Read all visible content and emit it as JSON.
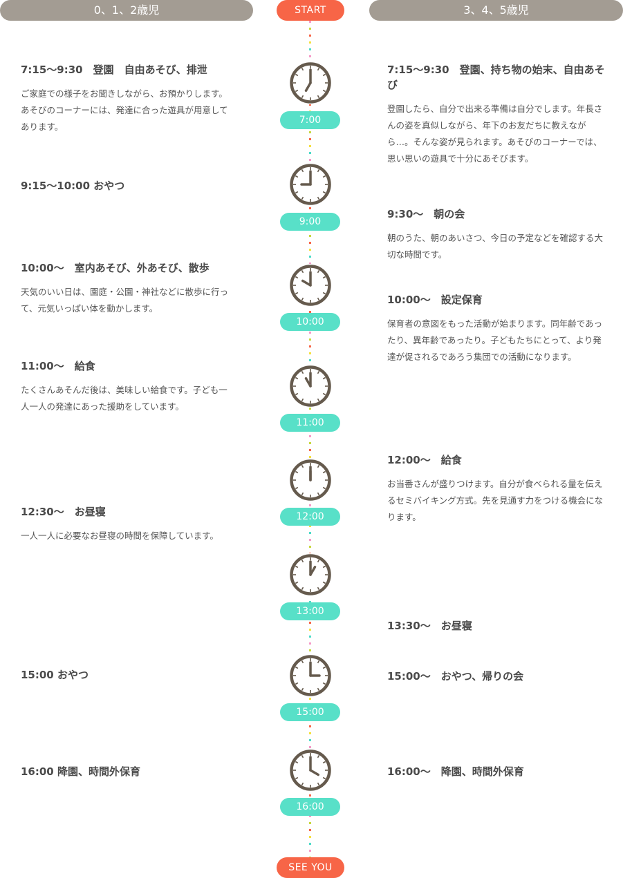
{
  "headers": {
    "left": "0、1、2歳児",
    "right": "3、4、5歳児",
    "start": "START",
    "end": "SEE YOU"
  },
  "timeline": [
    {
      "label": "7:00",
      "hour": 7,
      "minute": 0
    },
    {
      "label": "9:00",
      "hour": 9,
      "minute": 0
    },
    {
      "label": "10:00",
      "hour": 10,
      "minute": 0
    },
    {
      "label": "11:00",
      "hour": 11,
      "minute": 0
    },
    {
      "label": "12:00",
      "hour": 12,
      "minute": 0
    },
    {
      "label": "13:00",
      "hour": 13,
      "minute": 0
    },
    {
      "label": "15:00",
      "hour": 15,
      "minute": 0
    },
    {
      "label": "16:00",
      "hour": 16,
      "minute": 0
    }
  ],
  "left": [
    {
      "title": "7:15〜9:30　登園　自由あそび、排泄",
      "text": "ご家庭での様子をお聞きしながら、お預かりします。あそびのコーナーには、発達に合った遊具が用意してあります。"
    },
    {
      "title": "9:15〜10:00 おやつ",
      "text": ""
    },
    {
      "title": "10:00〜　室内あそび、外あそび、散歩",
      "text": "天気のいい日は、園庭・公園・神社などに散歩に行って、元気いっぱい体を動かします。"
    },
    {
      "title": "11:00〜　給食",
      "text": "たくさんあそんだ後は、美味しい給食です。子ども一人一人の発達にあった援助をしています。"
    },
    {
      "title": "12:30〜　お昼寝",
      "text": "一人一人に必要なお昼寝の時間を保障しています。"
    },
    {
      "title": "15:00 おやつ",
      "text": ""
    },
    {
      "title": "16:00 降園、時間外保育",
      "text": ""
    }
  ],
  "right": [
    {
      "title": "7:15〜9:30　登園、持ち物の始末、自由あそび",
      "text": "登園したら、自分で出来る準備は自分でします。年長さんの姿を真似しながら、年下のお友だちに教えながら…。そんな姿が見られます。あそびのコーナーでは、思い思いの遊具で十分にあそびます。"
    },
    {
      "title": "9:30〜　朝の会",
      "text": "朝のうた、朝のあいさつ、今日の予定などを確認する大切な時間です。"
    },
    {
      "title": "10:00〜　設定保育",
      "text": "保育者の意図をもった活動が始まります。同年齢であったり、異年齢であったり。子どもたちにとって、より発達が促されるであろう集団での活動になります。"
    },
    {
      "title": "12:00〜　給食",
      "text": "お当番さんが盛りつけます。自分が食べられる量を伝えるセミバイキング方式。先を見通す力をつける機会になります。"
    },
    {
      "title": "13:30〜　お昼寝",
      "text": ""
    },
    {
      "title": "15:00〜　おやつ、帰りの会",
      "text": ""
    },
    {
      "title": "16:00〜　降園、時間外保育",
      "text": ""
    }
  ]
}
